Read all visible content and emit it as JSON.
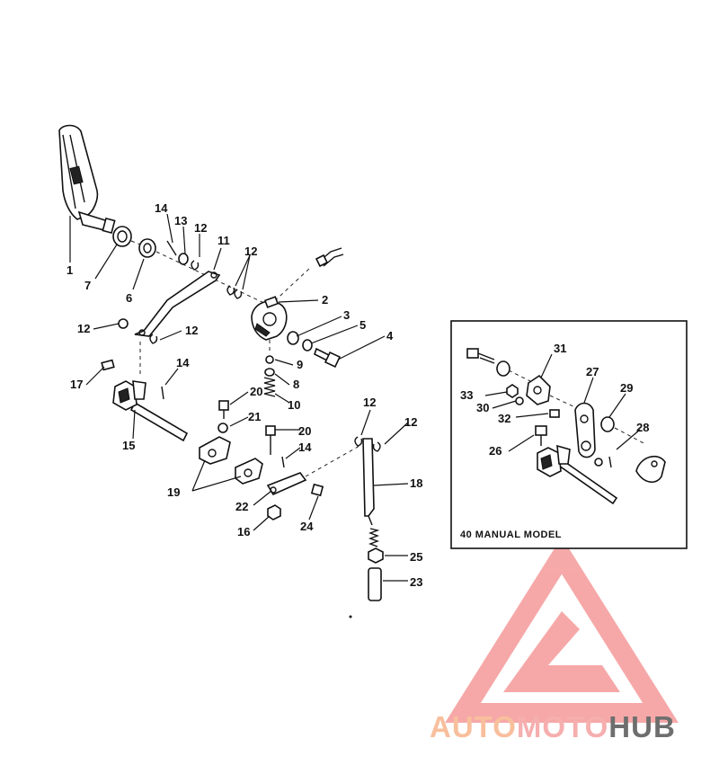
{
  "callouts": [
    {
      "id": "c1",
      "text": "1"
    },
    {
      "id": "c7",
      "text": "7"
    },
    {
      "id": "c6",
      "text": "6"
    },
    {
      "id": "c14a",
      "text": "14"
    },
    {
      "id": "c13",
      "text": "13"
    },
    {
      "id": "c12a",
      "text": "12"
    },
    {
      "id": "c11",
      "text": "11"
    },
    {
      "id": "c12b",
      "text": "12"
    },
    {
      "id": "c2",
      "text": "2"
    },
    {
      "id": "c3",
      "text": "3"
    },
    {
      "id": "c5",
      "text": "5"
    },
    {
      "id": "c4",
      "text": "4"
    },
    {
      "id": "c12c",
      "text": "12"
    },
    {
      "id": "c12d",
      "text": "12"
    },
    {
      "id": "c9",
      "text": "9"
    },
    {
      "id": "c14b",
      "text": "14"
    },
    {
      "id": "c17",
      "text": "17"
    },
    {
      "id": "c8",
      "text": "8"
    },
    {
      "id": "c10",
      "text": "10"
    },
    {
      "id": "c20a",
      "text": "20"
    },
    {
      "id": "c21",
      "text": "21"
    },
    {
      "id": "c20b",
      "text": "20"
    },
    {
      "id": "c15",
      "text": "15"
    },
    {
      "id": "c14c",
      "text": "14"
    },
    {
      "id": "c12e",
      "text": "12"
    },
    {
      "id": "c12f",
      "text": "12"
    },
    {
      "id": "c18",
      "text": "18"
    },
    {
      "id": "c19",
      "text": "19"
    },
    {
      "id": "c22",
      "text": "22"
    },
    {
      "id": "c24",
      "text": "24"
    },
    {
      "id": "c16",
      "text": "16"
    },
    {
      "id": "c25",
      "text": "25"
    },
    {
      "id": "c23",
      "text": "23"
    },
    {
      "id": "c31",
      "text": "31"
    },
    {
      "id": "c27",
      "text": "27"
    },
    {
      "id": "c33",
      "text": "33"
    },
    {
      "id": "c29",
      "text": "29"
    },
    {
      "id": "c30",
      "text": "30"
    },
    {
      "id": "c32",
      "text": "32"
    },
    {
      "id": "c28",
      "text": "28"
    },
    {
      "id": "c26",
      "text": "26"
    }
  ],
  "inset": {
    "title": "40 MANUAL MODEL"
  },
  "watermark": {
    "logo_text_1": "AUTO",
    "logo_text_2": "MOTO",
    "logo_text_3": "HUB",
    "color_1": "#f7b48c",
    "color_2": "#f5a0a0",
    "color_3": "#555555",
    "logo_color": "#f59a9a"
  }
}
